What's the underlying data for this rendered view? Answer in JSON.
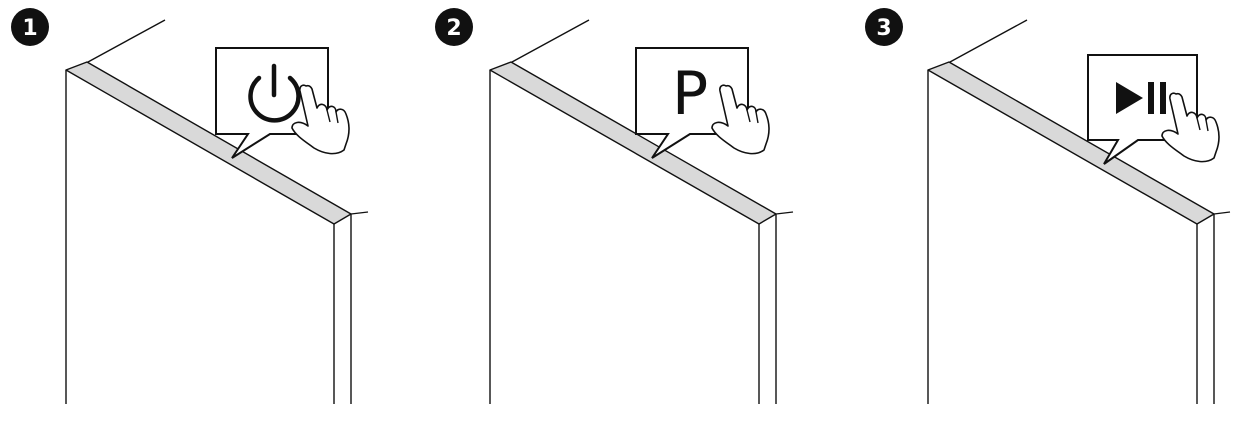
{
  "steps": [
    {
      "number": "1",
      "button": "power-icon"
    },
    {
      "number": "2",
      "button": "letter-p",
      "button_text": "P"
    },
    {
      "number": "3",
      "button": "play-pause-icon"
    }
  ],
  "colors": {
    "stroke": "#111111",
    "edge_fill": "#d9d9d9",
    "badge": "#111111"
  }
}
